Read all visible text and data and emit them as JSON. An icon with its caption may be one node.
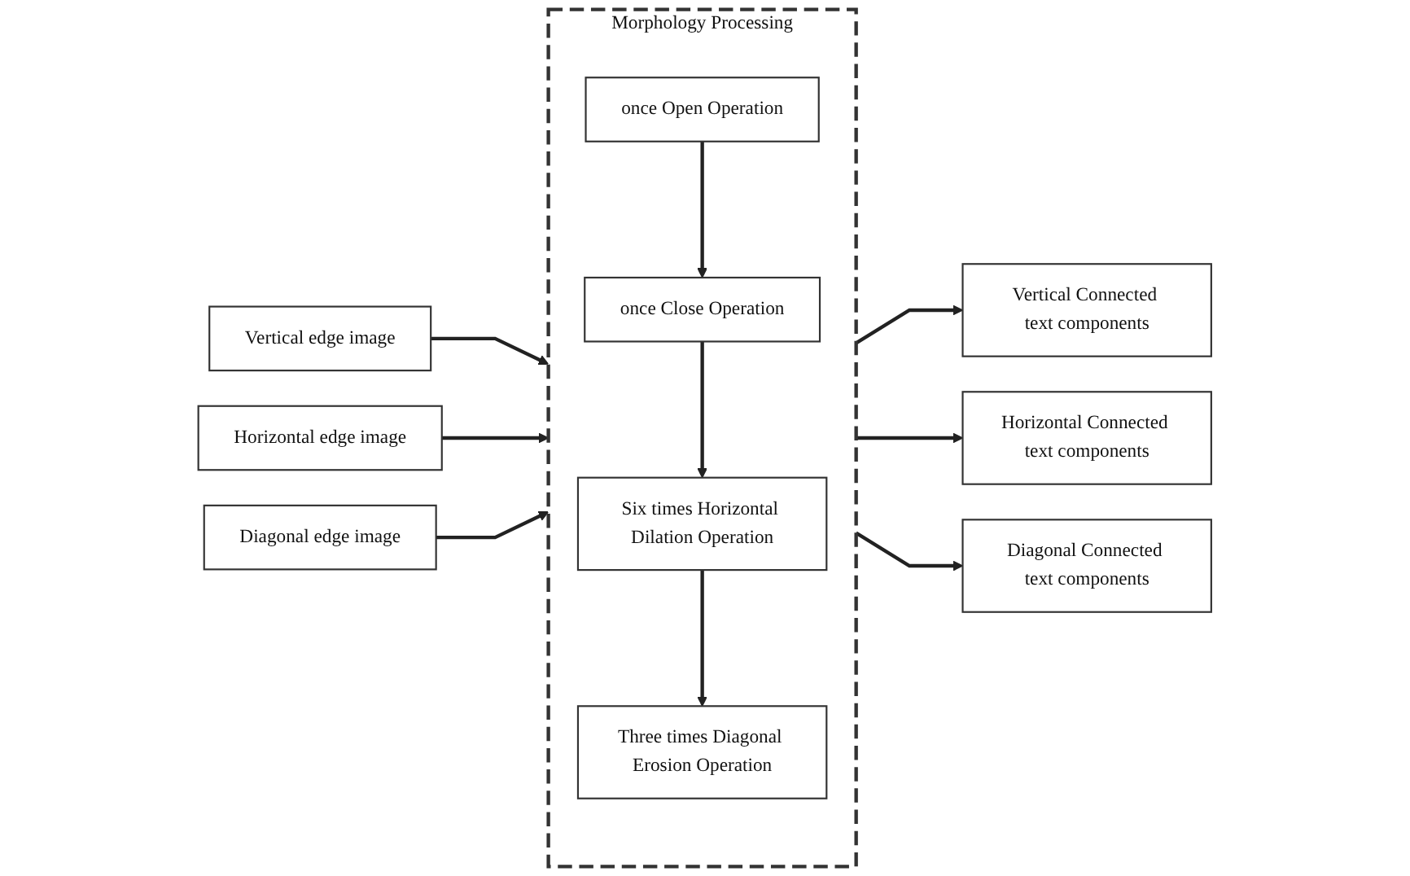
{
  "diagram": {
    "nodes": [
      {
        "text": [
          "Vertical edge image"
        ]
      },
      {
        "text": [
          "Horizontal edge image"
        ]
      },
      {
        "text": [
          "Diagonal edge image"
        ]
      },
      {
        "text": [
          "Morphology Processing"
        ]
      },
      {
        "text": [
          "once Open Operation"
        ],
        "in": 3
      },
      {
        "text": [
          "once Close Operation"
        ],
        "in": 3
      },
      {
        "text": [
          "Six times Horizontal Dilation Operation"
        ],
        "in": 3
      },
      {
        "text": [
          "Three times Diagonal Erosion Operation"
        ],
        "in": 3
      },
      {
        "text": [
          "Vertical Connected text components"
        ]
      },
      {
        "text": [
          "Horizontal Connected text components"
        ]
      },
      {
        "text": [
          "Diagonal Connected text components"
        ]
      }
    ],
    "edges": [
      {
        "from": 0,
        "to": 3,
        "arrow": "to"
      },
      {
        "from": 1,
        "to": 3,
        "arrow": "to"
      },
      {
        "from": 2,
        "to": 3,
        "arrow": "to"
      },
      {
        "from": 4,
        "to": 5,
        "arrow": "to"
      },
      {
        "from": 5,
        "to": 6,
        "arrow": "to"
      },
      {
        "from": 6,
        "to": 7,
        "arrow": "to"
      },
      {
        "from": 3,
        "to": 8,
        "arrow": "to"
      },
      {
        "from": 3,
        "to": 9,
        "arrow": "to"
      },
      {
        "from": 3,
        "to": 10,
        "arrow": "to"
      }
    ]
  }
}
